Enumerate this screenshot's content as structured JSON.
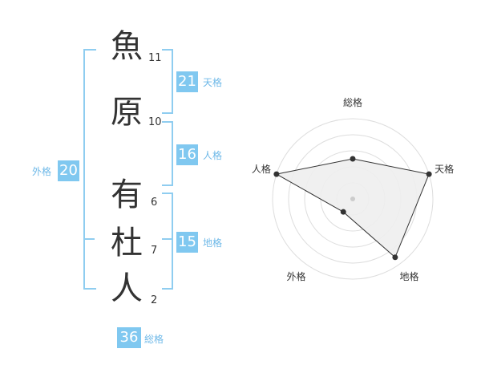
{
  "name_chars": [
    {
      "char": "魚",
      "strokes": "11"
    },
    {
      "char": "原",
      "strokes": "10"
    },
    {
      "char": "有",
      "strokes": "6"
    },
    {
      "char": "杜",
      "strokes": "7"
    },
    {
      "char": "人",
      "strokes": "2"
    }
  ],
  "kakusu": {
    "tenkaku": {
      "value": "21",
      "label": "天格"
    },
    "jinkaku": {
      "value": "16",
      "label": "人格"
    },
    "chikaku": {
      "value": "15",
      "label": "地格"
    },
    "gaikaku": {
      "value": "20",
      "label": "外格"
    },
    "soukaku": {
      "value": "36",
      "label": "総格"
    }
  },
  "chart_data": {
    "type": "radar",
    "axes": [
      "総格",
      "天格",
      "地格",
      "外格",
      "人格"
    ],
    "values": [
      0.5,
      1.0,
      0.9,
      0.2,
      1.0
    ],
    "rings": 5,
    "fill_color": "#eeeeee",
    "line_color": "#333333",
    "grid_color": "#dddddd"
  }
}
